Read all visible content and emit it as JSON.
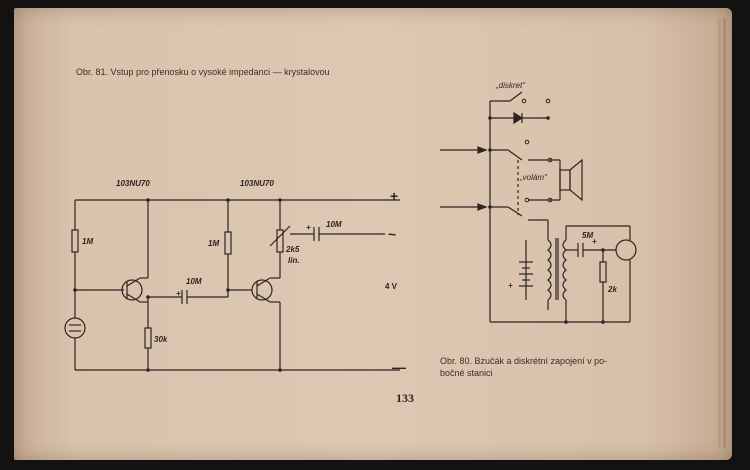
{
  "fig81": {
    "caption": "Obr. 81. Vstup pro přenosku o vysoké impedanci — krystalovou",
    "t1": "103NU70",
    "t2": "103NU70",
    "r1": "1M",
    "r2": "1M",
    "r3": "30k",
    "pot": "2k5",
    "pot_note": "lin.",
    "c1": "10M",
    "c2": "10M",
    "plus": "+",
    "minus": "—",
    "ac": "~",
    "voltage": "4 V"
  },
  "fig80": {
    "caption_line1": "Obr. 80. Bzučák a diskrétní zapojení v po-",
    "caption_line2": "bočné stanici",
    "diskret": "„diskret\"",
    "volam": "„volám\"",
    "c": "5M",
    "r": "2k",
    "plus": "+",
    "cap_plus": "+"
  },
  "page_number": "133"
}
